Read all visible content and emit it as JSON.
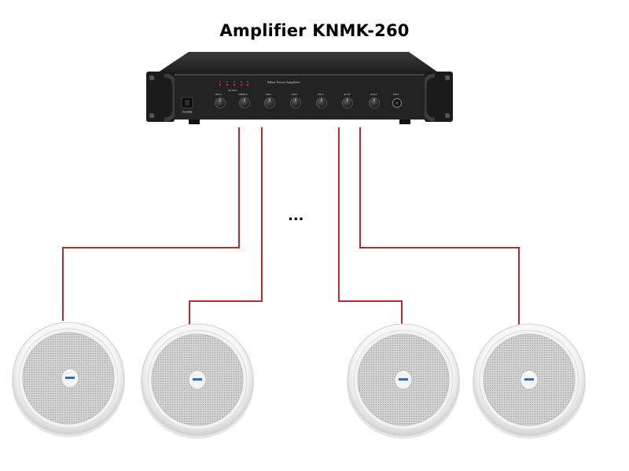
{
  "title": "Amplifier KNMK-260",
  "ellipsis": "...",
  "amplifier": {
    "model_label": "Mixer Power Amplifier",
    "power_label": "POWER",
    "knob_labels": [
      "BASS",
      "TREBLE",
      "MIC1",
      "MIC2",
      "MIC3",
      "AUX1",
      "AUX2"
    ],
    "input_label": "MIC1",
    "meter_label": "OUTPUT",
    "meter_ticks": [
      "1",
      "2",
      "3",
      "4",
      "5"
    ]
  },
  "speakers": [
    {
      "id": "speaker-1"
    },
    {
      "id": "speaker-2"
    },
    {
      "id": "speaker-3"
    },
    {
      "id": "speaker-4"
    }
  ],
  "colors": {
    "wire": "#c0272d",
    "amplifier_body": "#232323",
    "speaker_rim": "#ececec",
    "speaker_grille": "#d4d4d4"
  },
  "icons": {
    "power_switch": "power-switch-icon",
    "knob": "knob-icon",
    "grille": "speaker-grille-icon"
  }
}
